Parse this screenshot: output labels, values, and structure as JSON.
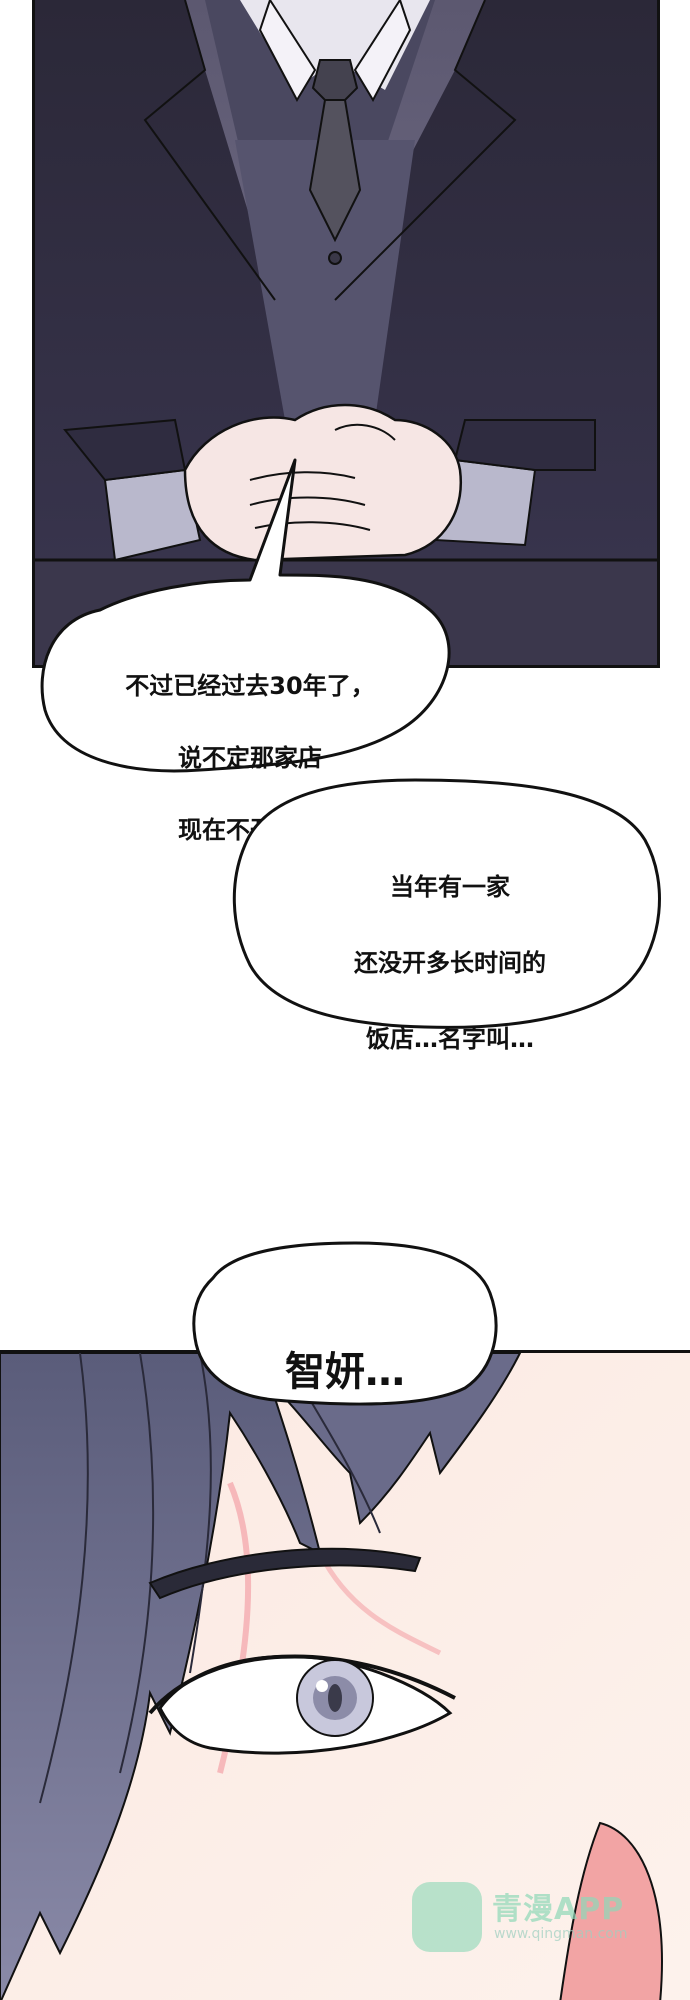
{
  "top_panel": {
    "description_art": "businessman-clasped-hands"
  },
  "bubbles": [
    {
      "lines": [
        "不过已经过去30年了，",
        "说不定那家店",
        "现在不开了…"
      ]
    },
    {
      "lines": [
        "当年有一家",
        "还没开多长时间的",
        "饭店…名字叫…"
      ]
    },
    {
      "lines": [
        "智妍…"
      ]
    }
  ],
  "watermark": {
    "title": "青漫APP",
    "url": "www.qingman.com"
  },
  "colors": {
    "ink": "#111111",
    "suit": "#2e2a3f",
    "skin": "#f6e2da",
    "hair": "#4a4a6a"
  }
}
